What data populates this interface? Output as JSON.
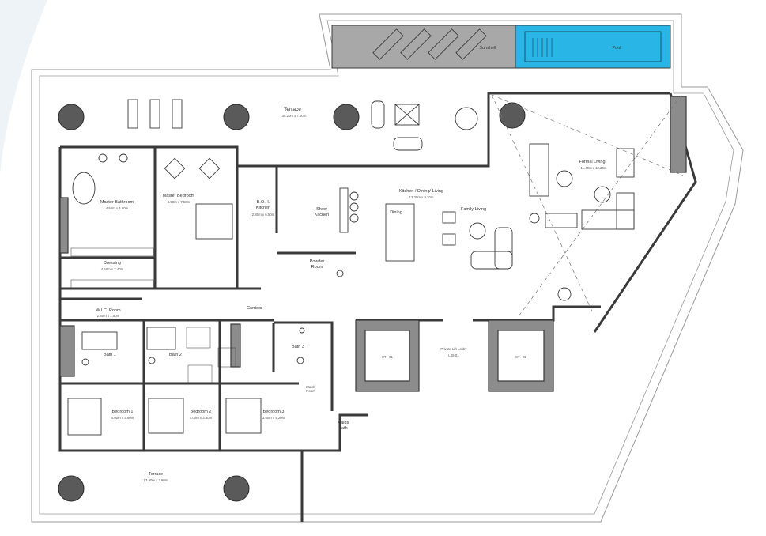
{
  "rooms": {
    "terrace_top": {
      "name": "Terrace",
      "dim": "35.20m x 7.60m"
    },
    "terrace_bottom": {
      "name": "Terrace",
      "dim": "13.90m x 2.80m"
    },
    "sunshelf": {
      "name": "Sunshelf"
    },
    "pool": {
      "name": "Pool"
    },
    "master_bath": {
      "name": "Master Bathroom",
      "dim": "4.50m x 4.80m"
    },
    "master_bed": {
      "name": "Master Bedroom",
      "dim": "4.50m x 7.50m"
    },
    "boh_kitchen": {
      "name_line1": "B.O.H.",
      "name_line2": "Kitchen",
      "dim": "2.80m x 6.50m"
    },
    "show_kitchen": {
      "name_line1": "Show",
      "name_line2": "Kitchen"
    },
    "kdl": {
      "name": "Kitchen / Dining/ Living",
      "dim": "12.20m x 8.20m"
    },
    "dining": {
      "name": "Dining"
    },
    "family_living": {
      "name": "Family Living"
    },
    "formal_living": {
      "name": "Formal Living",
      "dim": "11.40m x 12.20m"
    },
    "dressing": {
      "name": "Dressing",
      "dim": "4.50m x 2.40m"
    },
    "powder": {
      "name_line1": "Powder",
      "name_line2": "Room"
    },
    "corridor": {
      "name": "Corridor"
    },
    "wic": {
      "name": "W.I.C. Room",
      "dim": "2.80m x 1.50m"
    },
    "bath1": {
      "name": "Bath 1"
    },
    "bath2": {
      "name": "Bath 2"
    },
    "bath3": {
      "name": "Bath 3"
    },
    "maids_room": {
      "name_line1": "Maids",
      "name_line2": "Room"
    },
    "maids_bath": {
      "name_line1": "Maids",
      "name_line2": "Bath"
    },
    "bedroom1": {
      "name": "Bedroom 1",
      "dim": "4.00m x 3.50m"
    },
    "bedroom2": {
      "name": "Bedroom 2",
      "dim": "4.00m x 3.50m"
    },
    "bedroom3": {
      "name": "Bedroom 3",
      "dim": "3.50m x 4.20m"
    },
    "st01": {
      "name": "ST - 01"
    },
    "st02": {
      "name": "ST - 02"
    },
    "lobby": {
      "name_line1": "Private Lift Lobby",
      "name_line2": "L05-01"
    }
  },
  "colors": {
    "wall": "#3a3a3a",
    "wall_fill": "#8c8c8c",
    "column": "#5a5a5a",
    "pool": "#29b6e6",
    "sunshelf": "#a8a8a8",
    "outline": "#9a9a9a",
    "bg_curve": "#eef3f7"
  }
}
